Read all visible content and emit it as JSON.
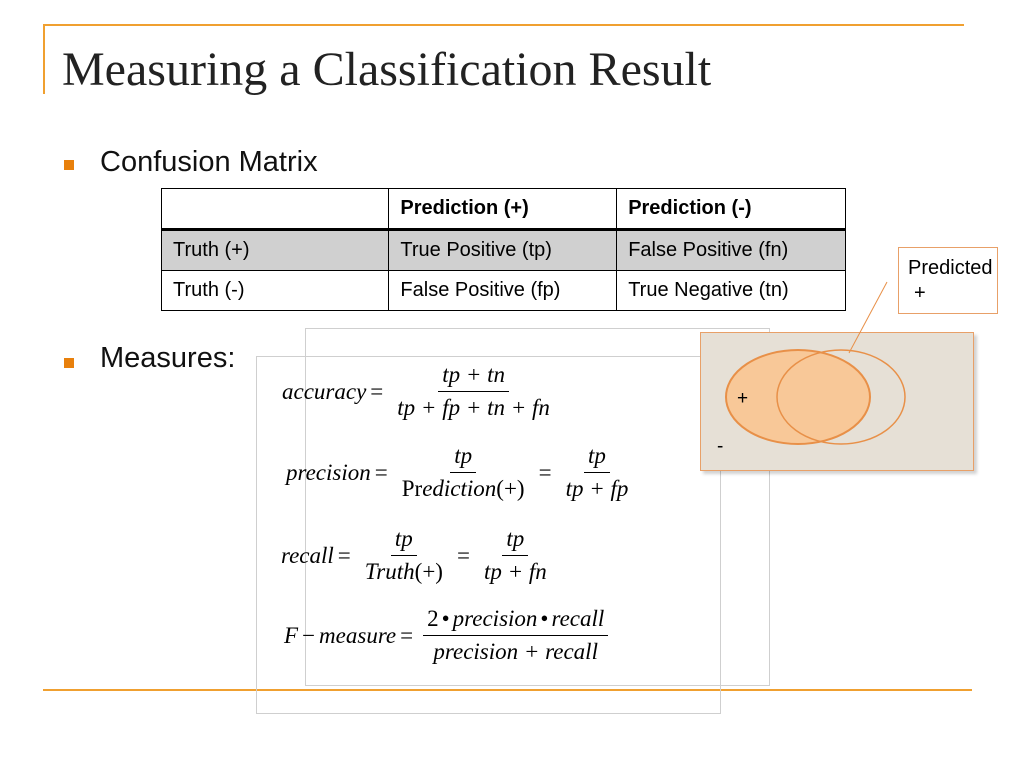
{
  "slide": {
    "title": "Measuring a Classification Result",
    "bullets": [
      "Confusion Matrix",
      "Measures:"
    ]
  },
  "confusion_matrix": {
    "headers": [
      "",
      "Prediction (+)",
      "Prediction (-)"
    ],
    "rows": [
      [
        "Truth (+)",
        "True Positive (tp)",
        "False Positive (fn)"
      ],
      [
        "Truth (-)",
        "False Positive (fp)",
        "True Negative (tn)"
      ]
    ]
  },
  "formulas": {
    "accuracy": {
      "lhs": "accuracy",
      "eq": "=",
      "num": "tp + tn",
      "den": "tp + fp + tn + fn"
    },
    "precision": {
      "lhs": "precision",
      "eq": "=",
      "num1": "tp",
      "den1_pr": "Pr",
      "den1_rest": "ediction",
      "den1_arg": "(+)",
      "eq2": "=",
      "num2": "tp",
      "den2": "tp + fp"
    },
    "recall": {
      "lhs": "recall",
      "eq": "=",
      "num1": "tp",
      "den1": "Truth",
      "den1_arg": "(+)",
      "eq2": "=",
      "num2": "tp",
      "den2": "tp + fn"
    },
    "fmeasure": {
      "lhs_f": "F",
      "minus": "−",
      "lhs_rest": "measure",
      "eq": "=",
      "num_coef": "2",
      "dot": "•",
      "num_a": "precision",
      "num_b": "recall",
      "den": "precision + recall"
    }
  },
  "venn": {
    "callout": [
      "Predicted",
      "+"
    ],
    "plus_label": "+",
    "minus_label": "-",
    "colors": {
      "fill": "#f8c898",
      "stroke": "#e89048",
      "background": "#e6e0d6"
    }
  },
  "colors": {
    "accent": "#f0a030",
    "bullet": "#e8800c",
    "shaded_row": "#d0d0d0"
  }
}
